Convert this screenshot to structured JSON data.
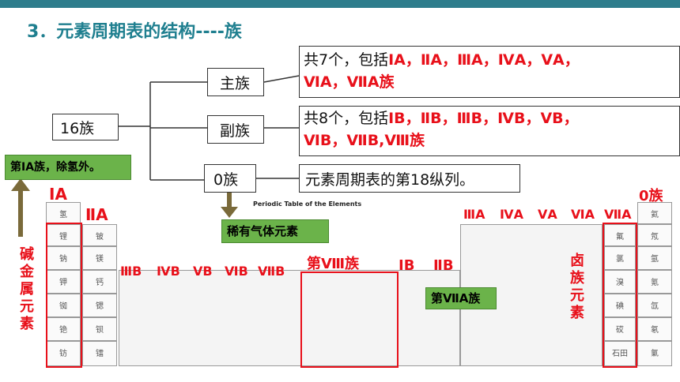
{
  "title": "3．元素周期表的结构----族",
  "root": {
    "label": "16族"
  },
  "branches": [
    {
      "label": "主族",
      "prefix": "共7个，包括",
      "groups_line1": "ⅠA，ⅡA，ⅢA，ⅣA，ⅤA，",
      "groups_line2": "ⅥA，ⅦA族"
    },
    {
      "label": "副族",
      "prefix": "共8个，包括",
      "groups_line1": "ⅠB，ⅡB，ⅢB，ⅣB，ⅤB，",
      "groups_line2": "ⅥB，ⅦB,Ⅷ族"
    },
    {
      "label": "0族",
      "desc": "元素周期表的第18纵列。"
    }
  ],
  "callouts": {
    "group1a_note": "第ⅠA族，除氢外。",
    "noble_gas": "稀有气体元素",
    "group7a": "第ⅦA族",
    "group8": "第Ⅷ族"
  },
  "periodic_table": {
    "title": "Periodic Table of the Elements",
    "group_labels": {
      "IA": "ⅠA",
      "IIA": "ⅡA",
      "IIIB": "ⅢB",
      "IVB": "ⅣB",
      "VB": "ⅤB",
      "VIB": "ⅥB",
      "VIIB": "ⅦB",
      "IB": "ⅠB",
      "IIB": "ⅡB",
      "IIIA": "ⅢA",
      "IVA": "ⅣA",
      "VA": "ⅤA",
      "VIA": "ⅥA",
      "VIIA": "ⅦA",
      "zero": "0族"
    },
    "alkali_vertical": [
      "碱",
      "金",
      "属",
      "元",
      "素"
    ],
    "halogen_vertical": [
      "卤",
      "族",
      "元",
      "素"
    ],
    "elements": {
      "col1": [
        "氢",
        "锂",
        "钠",
        "钾",
        "铷",
        "铯",
        "钫"
      ],
      "col2": [
        "铍",
        "镁",
        "钙",
        "锶",
        "钡",
        "镭"
      ],
      "col18": [
        "氦",
        "氖",
        "氩",
        "氪",
        "氙",
        "氡",
        "氭"
      ],
      "col17": [
        "氟",
        "氯",
        "溴",
        "碘",
        "砹",
        "石田"
      ]
    }
  },
  "colors": {
    "accent": "#1f7f8f",
    "red": "#e8101a",
    "green": "#6bb34a"
  }
}
